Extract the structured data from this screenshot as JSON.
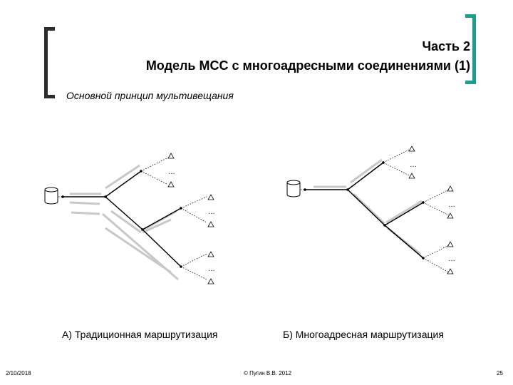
{
  "header": {
    "part_label": "Часть 2",
    "title": "Модель МСС с многоадресными соединениями (1)",
    "subtitle": "Основной принцип мультивещания"
  },
  "diagram": {
    "left_caption": "А) Традиционная маршрутизация",
    "right_caption": "Б) Многоадресная маршрутизация",
    "ellipsis": "…",
    "receiver_icon": "triangle-icon",
    "source_icon": "database-cylinder-icon"
  },
  "footer": {
    "date": "2/10/2018",
    "copyright": "© Пугин В.В. 2012",
    "page": "25"
  },
  "colors": {
    "line": "#000000",
    "shadow": "#c8c8c8",
    "accent_bracket": "#1a9e8e",
    "dark_bracket": "#2b2b2b"
  }
}
